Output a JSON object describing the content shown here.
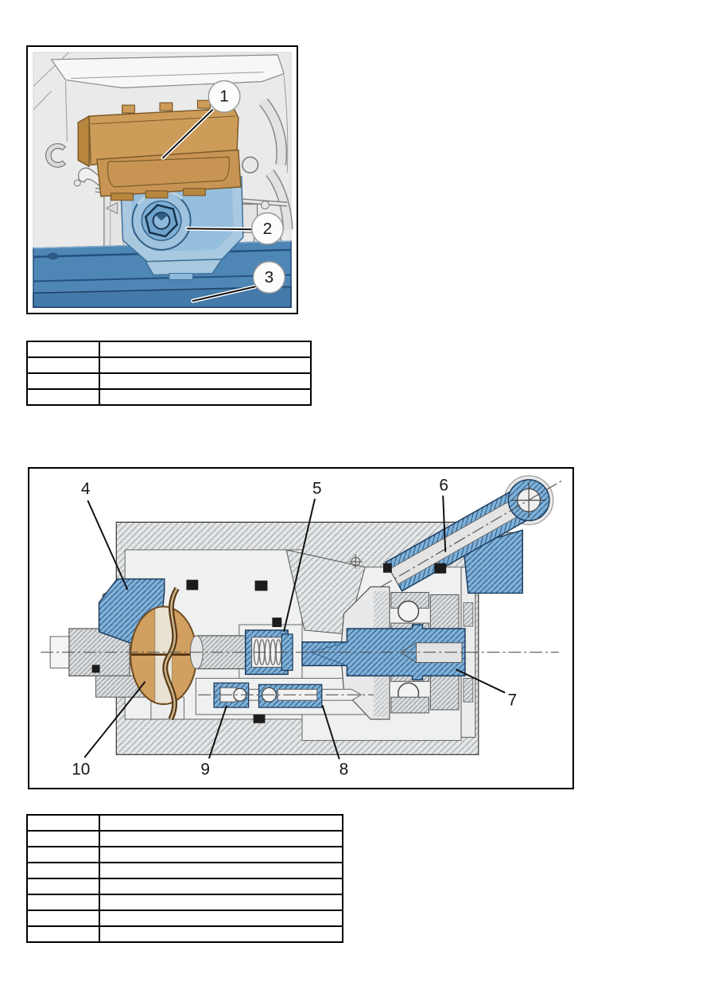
{
  "figure1": {
    "name": "engine-compartment-overview",
    "callouts": [
      {
        "label": "1"
      },
      {
        "label": "2"
      },
      {
        "label": "3"
      }
    ]
  },
  "legend_table_1": {
    "rows": [
      [
        "",
        ""
      ],
      [
        "",
        ""
      ],
      [
        "",
        ""
      ],
      [
        "",
        ""
      ]
    ]
  },
  "figure2": {
    "name": "actuator-cross-section",
    "callouts": [
      {
        "label": "4"
      },
      {
        "label": "5"
      },
      {
        "label": "6"
      },
      {
        "label": "7"
      },
      {
        "label": "8"
      },
      {
        "label": "9"
      },
      {
        "label": "10"
      }
    ]
  },
  "legend_table_2": {
    "rows": [
      [
        "",
        ""
      ],
      [
        "",
        ""
      ],
      [
        "",
        ""
      ],
      [
        "",
        ""
      ],
      [
        "",
        ""
      ],
      [
        "",
        ""
      ],
      [
        "",
        ""
      ],
      [
        "",
        ""
      ]
    ]
  },
  "colors": {
    "part_blue": "#82b2d8",
    "part_tan": "#ce9c59",
    "base_blue": "#4e86b5",
    "housing_gray": "#e4e6e7"
  }
}
